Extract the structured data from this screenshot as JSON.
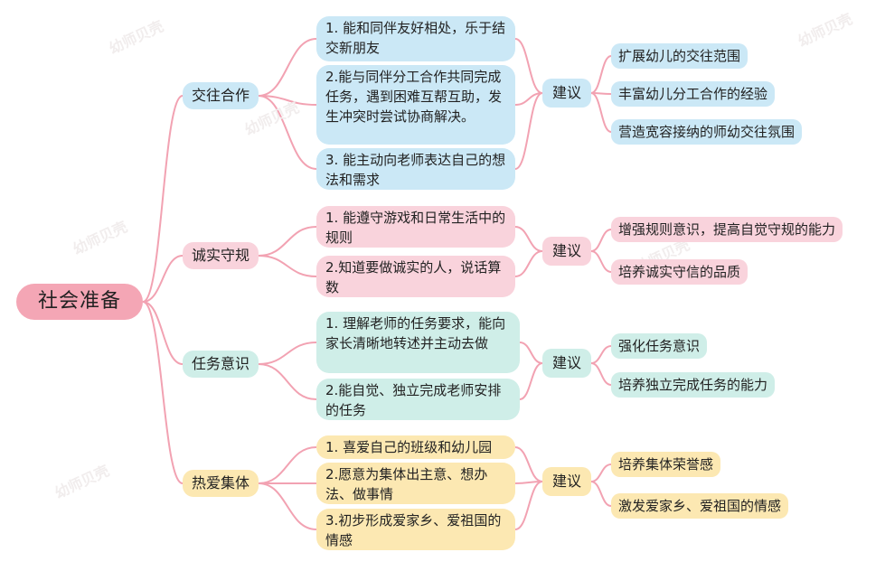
{
  "colors": {
    "line": "#f2a2b2",
    "root": "#f4a6b5",
    "blue": "#cbe8f6",
    "pink": "#f9d3dc",
    "teal": "#cfeee8",
    "yellow": "#fce8b2"
  },
  "root": "社会准备",
  "branches": [
    {
      "topic": "交往合作",
      "items": [
        "1. 能和同伴友好相处，乐于结交新朋友",
        "2.能与同伴分工合作共同完成任务，遇到困难互帮互助，发生冲突时尝试协商解决。",
        "3. 能主动向老师表达自己的想法和需求"
      ],
      "advice": "建议",
      "suggestions": [
        "扩展幼儿的交往范围",
        "丰富幼儿分工合作的经验",
        "营造宽容接纳的师幼交往氛围"
      ]
    },
    {
      "topic": "诚实守规",
      "items": [
        "1. 能遵守游戏和日常生活中的规则",
        "2.知道要做诚实的人，说话算数"
      ],
      "advice": "建议",
      "suggestions": [
        "增强规则意识，提高自觉守规的能力",
        "培养诚实守信的品质"
      ]
    },
    {
      "topic": "任务意识",
      "items": [
        "1. 理解老师的任务要求，能向家长清晰地转述并主动去做",
        "2.能自觉、独立完成老师安排的任务"
      ],
      "advice": "建议",
      "suggestions": [
        "强化任务意识",
        "培养独立完成任务的能力"
      ]
    },
    {
      "topic": "热爱集体",
      "items": [
        "1. 喜爱自己的班级和幼儿园",
        "2.愿意为集体出主意、想办法、做事情",
        "3.初步形成爱家乡、爱祖国的情感"
      ],
      "advice": "建议",
      "suggestions": [
        "培养集体荣誉感",
        "激发爱家乡、爱祖国的情感"
      ]
    }
  ]
}
